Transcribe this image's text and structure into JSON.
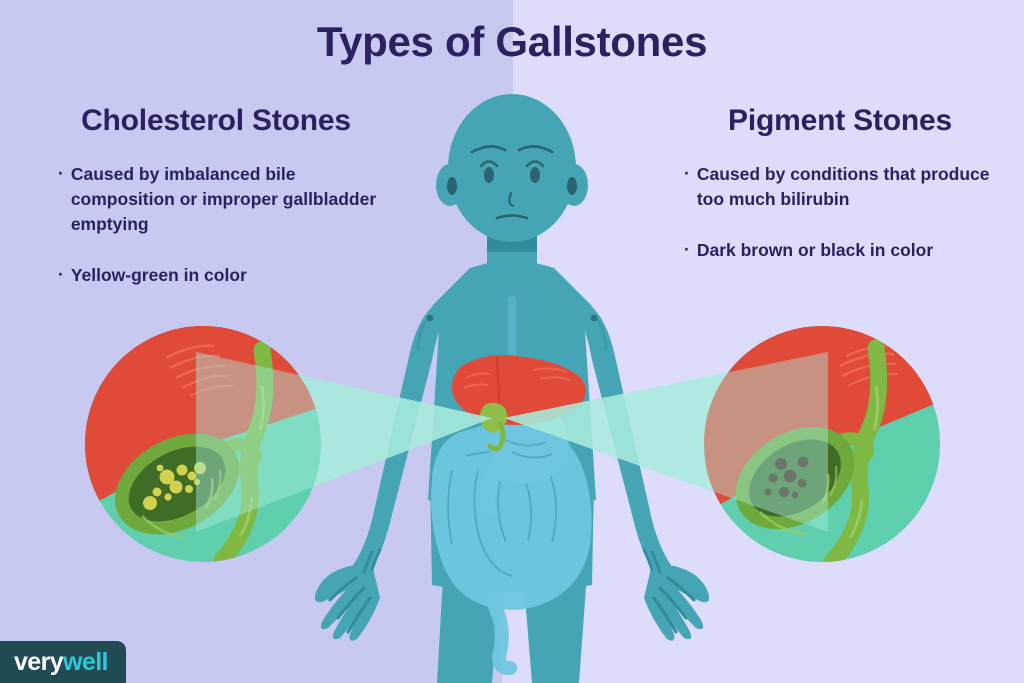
{
  "page": {
    "title": "Types of Gallstones",
    "background_left": "#c8c9f0",
    "background_right": "#dddcfb",
    "text_color": "#2b2160"
  },
  "columns": {
    "left": {
      "heading": "Cholesterol Stones",
      "bullet_marker": "·",
      "bullets": [
        "Caused by imbalanced bile composition or improper gallbladder emptying",
        "Yellow-green in color"
      ]
    },
    "right": {
      "heading": "Pigment Stones",
      "bullet_marker": "·",
      "bullets": [
        "Caused by conditions that produce too much bilirubin",
        "Dark brown or black in color"
      ]
    }
  },
  "illustration": {
    "figure_label": "human-body-silhouette",
    "body_color": "#46a5b5",
    "body_shadow_color": "#2f8c9c",
    "face_line_color": "#2b6470",
    "organs": {
      "liver_color": "#e04a38",
      "gallbladder_color": "#8fbf4a",
      "stomach_color": "#6fc6e0",
      "intestine_color": "#6fc6e0",
      "duct_color": "#7fb842"
    },
    "spotlight_color": "#a8ecdc",
    "left_detail": {
      "label": "cholesterol-stones-closeup",
      "circle_top_color": "#e04a38",
      "circle_bottom_color": "#5fcfae",
      "gallbladder_wall_color": "#6fa83c",
      "gallbladder_cavity_color": "#3f6c27",
      "stone_color": "#d2d24f",
      "stone_count": 11
    },
    "right_detail": {
      "label": "pigment-stones-closeup",
      "circle_top_color": "#e04a38",
      "circle_bottom_color": "#5fcfae",
      "gallbladder_wall_color": "#6fa83c",
      "gallbladder_cavity_color": "#3f6c27",
      "stone_color": "#3a190f",
      "stone_count": 8
    }
  },
  "logo": {
    "part_one": "very",
    "part_two": "well",
    "background": "#214c55",
    "part_one_color": "#ffffff",
    "part_two_color": "#2ec9d6"
  }
}
